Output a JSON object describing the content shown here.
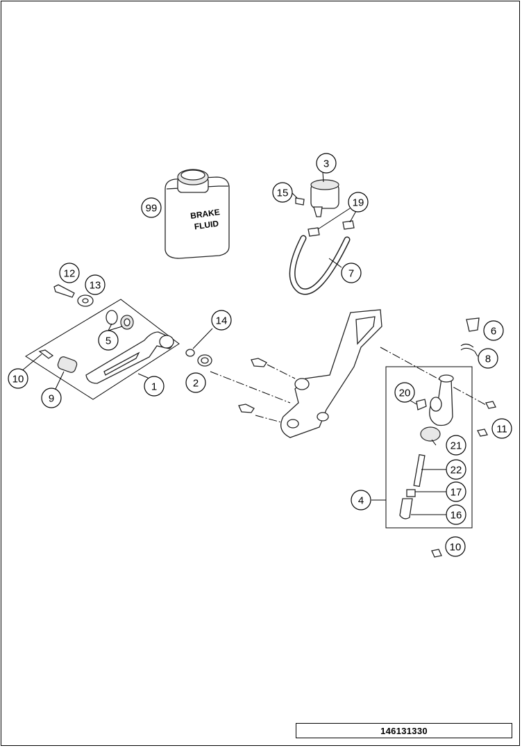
{
  "document_number": "146131330",
  "bottle_text": [
    "BRAKE",
    "FLUID"
  ],
  "callouts": [
    "1",
    "2",
    "3",
    "4",
    "5",
    "6",
    "7",
    "8",
    "9",
    "10",
    "11",
    "12",
    "13",
    "14",
    "15",
    "16",
    "17",
    "19",
    "20",
    "21",
    "22",
    "99"
  ]
}
